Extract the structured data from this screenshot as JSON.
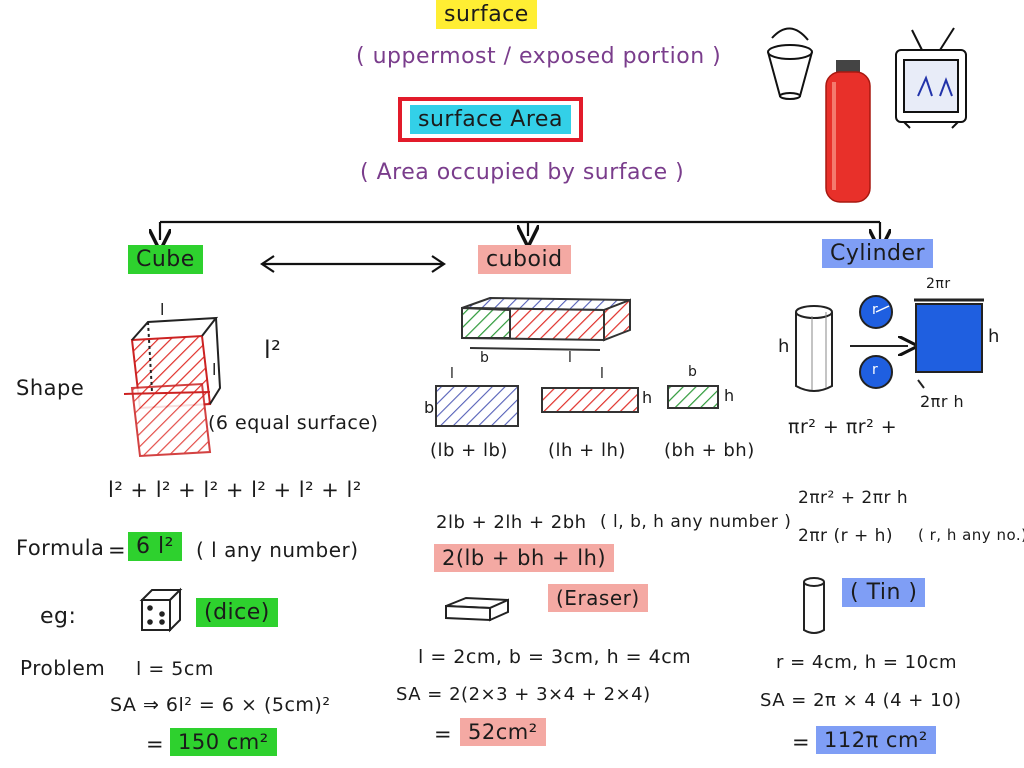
{
  "header": {
    "surface": "surface",
    "surface_def": "( uppermost / exposed portion )",
    "surface_area": "surface Area",
    "surface_area_def": "( Area occupied by surface )"
  },
  "cube": {
    "title": "Cube",
    "shape_label": "Shape",
    "edge_label": "l",
    "face_area": "l²",
    "equal_surface": "(6 equal surface)",
    "sum": "l² + l² + l² + l² + l² + l²",
    "formula_label": "Formula",
    "formula_eq": "=",
    "formula": "6 l²",
    "formula_note": "( l any number)",
    "eg_label": "eg:",
    "example_name": "(dice)",
    "problem_label": "Problem",
    "given": "l = 5cm",
    "sa_line": "SA ⇒ 6l² = 6 × (5cm)²",
    "result_eq": "=",
    "result": "150 cm²"
  },
  "cuboid": {
    "title": "cuboid",
    "l": "l",
    "b": "b",
    "h": "h",
    "face1": "(lb + lb)",
    "face2": "(lh + lh)",
    "face3": "(bh + bh)",
    "sum": "2lb + 2lh + 2bh",
    "note": "( l, b, h any number )",
    "formula": "2(lb + bh + lh)",
    "example_name": "(Eraser)",
    "given": "l = 2cm, b = 3cm, h = 4cm",
    "sa_line": "SA = 2(2×3 + 3×4 + 2×4)",
    "result_eq": "=",
    "result": "52cm²"
  },
  "cylinder": {
    "title": "Cylinder",
    "h": "h",
    "r": "r",
    "top_label": "2πr",
    "bottom_label": "2πr h",
    "sum_bottom": "πr² + πr² +",
    "sum": "2πr² + 2πr h",
    "formula": "2πr (r + h)",
    "note": "( r, h any no.)",
    "example_name": "( Tin )",
    "given": "r = 4cm, h = 10cm",
    "sa_line": "SA = 2π × 4 (4 + 10)",
    "result_eq": "=",
    "result": "112π cm²"
  },
  "colors": {
    "yellow": "#ffee33",
    "cyan": "#33d0e8",
    "green": "#2ed12e",
    "pink": "#f4a9a3",
    "blue": "#7f9ef5",
    "red_box": "#e21b2a",
    "purple_ink": "#7a3d8c",
    "solid_blue": "#1f5fe0",
    "cylinder_red": "#e8302a"
  },
  "icons": [
    "bucket-icon",
    "gas-cylinder-icon",
    "television-icon",
    "cube-drawing-icon",
    "dice-icon",
    "eraser-icon",
    "tin-can-icon"
  ]
}
